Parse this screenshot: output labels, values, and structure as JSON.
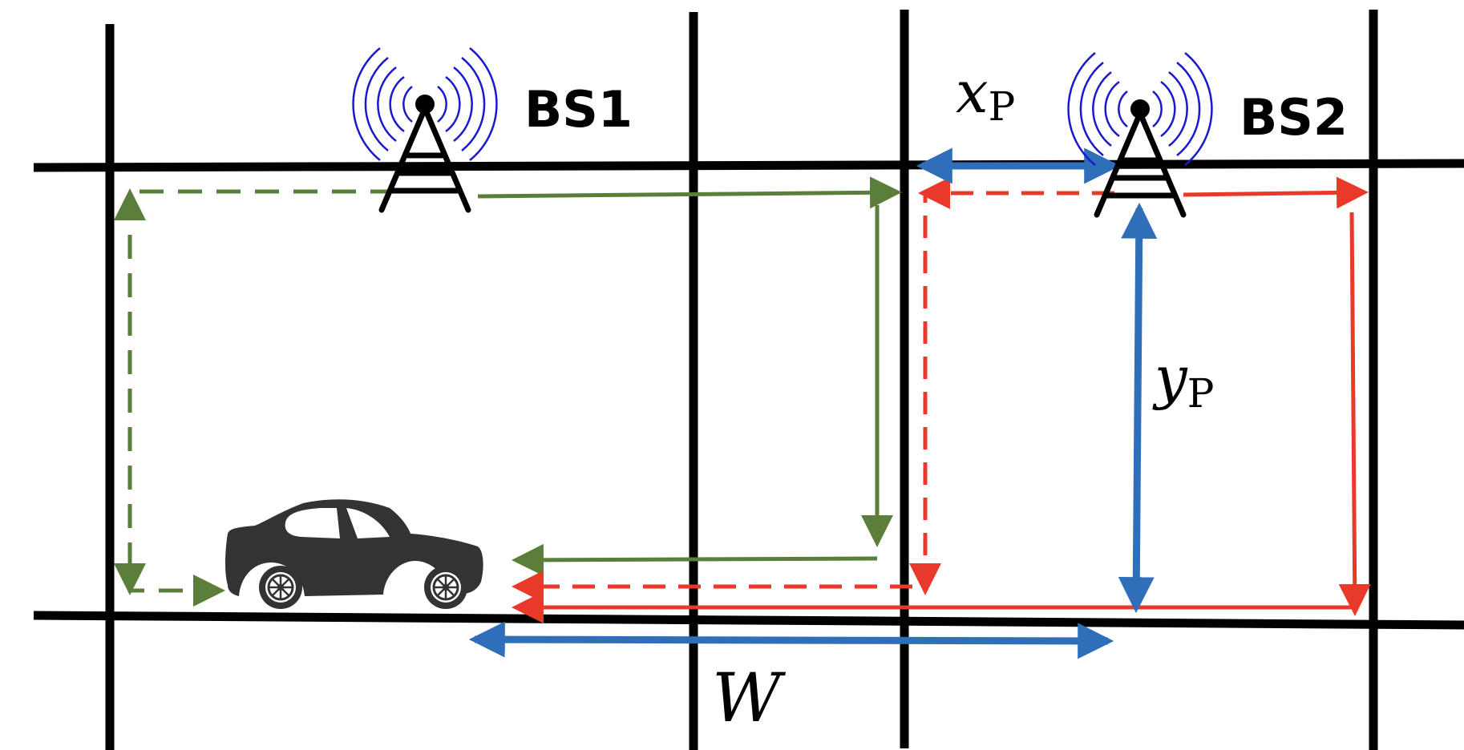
{
  "labels": {
    "bs1": "BS1",
    "bs2": "BS2",
    "x_var": "x",
    "x_sub": "P",
    "y_var": "y",
    "y_sub": "P",
    "w": "W"
  },
  "colors": {
    "road": "#000000",
    "bs1_path": "#5b7f3b",
    "bs2_path": "#e8392b",
    "dimension": "#2f6fba",
    "antenna_waves": "#1a1acc",
    "car": "#333333"
  },
  "icons": {
    "base_station": "antenna-tower-icon",
    "vehicle": "car-icon"
  }
}
